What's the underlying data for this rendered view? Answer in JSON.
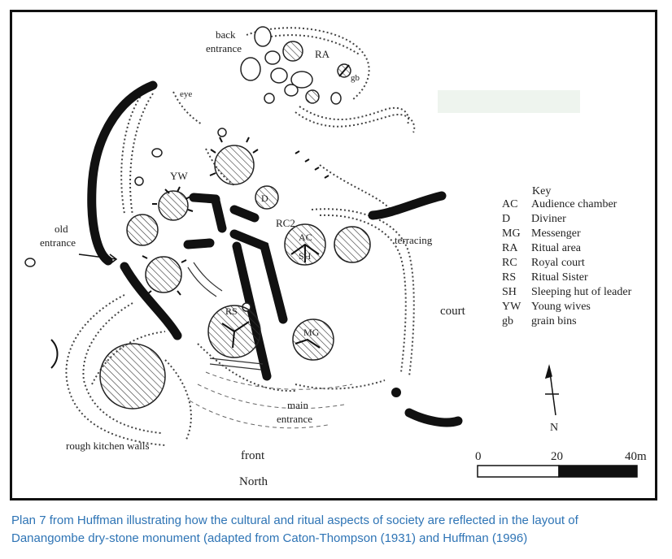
{
  "labels": {
    "back_entrance_1": "back",
    "back_entrance_2": "entrance",
    "ra": "RA",
    "gb": "gb",
    "eye": "eye",
    "yw": "YW",
    "d": "D",
    "rc2": "RC2",
    "ac": "AC",
    "sh": "SH",
    "old_entrance_1": "old",
    "old_entrance_2": "entrance",
    "terracing": "terracing",
    "court": "court",
    "rs": "RS",
    "mg": "MG",
    "main_entrance_1": "main",
    "main_entrance_2": "entrance",
    "rough_kitchen_walls": "rough kitchen walls",
    "front": "front",
    "north": "North",
    "north_arrow_letter": "N"
  },
  "key": {
    "title": "Key",
    "entries": [
      {
        "code": "AC",
        "meaning": "Audience chamber"
      },
      {
        "code": "D",
        "meaning": "Diviner"
      },
      {
        "code": "MG",
        "meaning": "Messenger"
      },
      {
        "code": "RA",
        "meaning": "Ritual area"
      },
      {
        "code": "RC",
        "meaning": "Royal court"
      },
      {
        "code": "RS",
        "meaning": "Ritual Sister"
      },
      {
        "code": "SH",
        "meaning": "Sleeping hut of leader"
      },
      {
        "code": "YW",
        "meaning": "Young wives"
      },
      {
        "code": "gb",
        "meaning": "grain bins"
      }
    ]
  },
  "scale_bar": {
    "label_0": "0",
    "label_20": "20",
    "label_40": "40m"
  },
  "caption": {
    "line1": "Plan 7 from Huffman illustrating how the cultural and ritual aspects of society are reflected in the layout of",
    "line2": "Danangombe dry-stone monument (adapted from Caton-Thompson (1931) and Huffman (1996)"
  },
  "colors": {
    "ink": "#111111",
    "caption": "#2e74b5",
    "hatch": "#333333"
  }
}
